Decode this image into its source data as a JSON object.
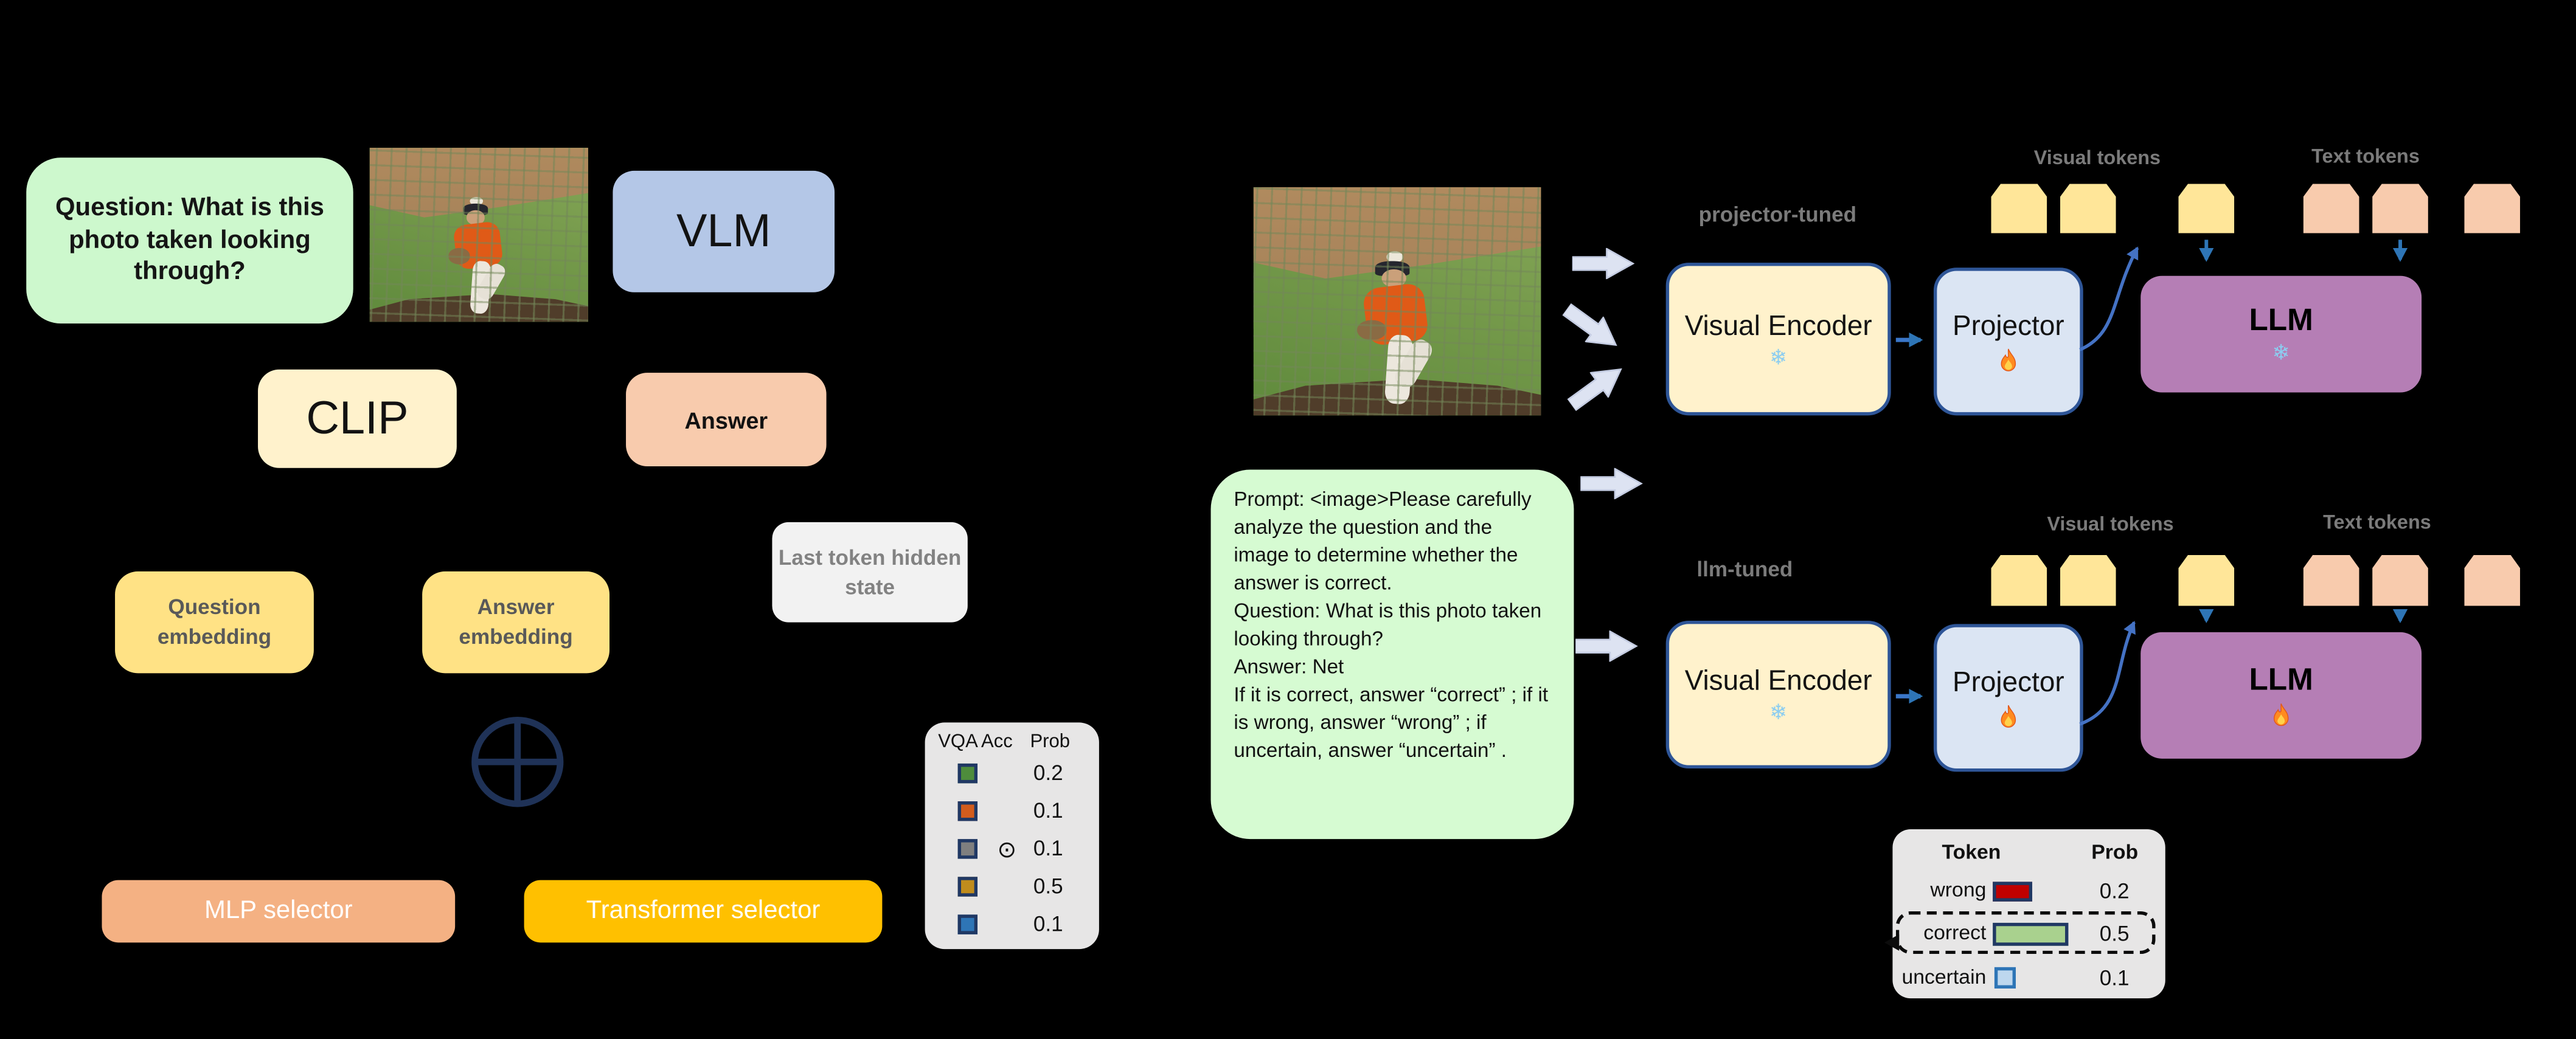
{
  "left": {
    "question": "Question: What is this photo taken looking through?",
    "vlm": "VLM",
    "clip": "CLIP",
    "answer": "Answer",
    "question_embedding": "Question embedding",
    "answer_embedding": "Answer embedding",
    "last_token_hidden": "Last token hidden state",
    "mlp_selector": "MLP selector",
    "transformer_selector": "Transformer selector",
    "legend": {
      "col_acc": "VQA Acc",
      "col_prob": "Prob",
      "rows": [
        {
          "acc_color": "#4e8c3c",
          "prob": "0.2"
        },
        {
          "acc_color": "#d25c1d",
          "prob": "0.1"
        },
        {
          "acc_color": "#7f7f7f",
          "odot": "⊙",
          "prob": "0.1"
        },
        {
          "acc_color": "#c08c1d",
          "prob": "0.5"
        },
        {
          "acc_color": "#2e75b6",
          "prob": "0.1"
        }
      ]
    }
  },
  "right": {
    "prompt": [
      "Prompt: <image>Please carefully analyze the question and the image to determine whether the answer is correct.",
      "Question: What is this photo taken looking through?",
      "Answer:  Net",
      "If it is correct, answer “correct” ; if it is wrong, answer “wrong” ; if uncertain, answer “uncertain” ."
    ],
    "labels": {
      "visual_tokens": "Visual tokens",
      "text_tokens": "Text tokens"
    },
    "pipelines": [
      {
        "label": "projector-tuned",
        "visual_encoder": "Visual Encoder",
        "projector": "Projector",
        "llm": "LLM",
        "visual_encoder_state": "frozen",
        "projector_state": "tuned",
        "llm_state": "frozen"
      },
      {
        "label": "llm-tuned",
        "visual_encoder": "Visual Encoder",
        "projector": "Projector",
        "llm": "LLM",
        "visual_encoder_state": "frozen",
        "projector_state": "tuned",
        "llm_state": "tuned"
      }
    ],
    "table": {
      "header_token": "Token",
      "header_prob": "Prob",
      "rows": [
        {
          "label": "wrong",
          "bar_color": "#c00000",
          "prob": "0.2"
        },
        {
          "label": "correct",
          "bar_color": "#a9d18e",
          "prob": "0.5",
          "highlighted": true
        },
        {
          "label": "uncertain",
          "bar_color": "#bdd7ee",
          "prob": "0.1"
        }
      ]
    }
  },
  "icons": {
    "snowflake": "❄",
    "fire": "fire-icon",
    "oplus": "concatenation",
    "odot": "⊙"
  },
  "colors": {
    "background": "#000000",
    "question_box_bg": "#cdf8cd",
    "prompt_box_bg": "#d6fbd2",
    "vlm_bg": "#b4c7e7",
    "clip_bg": "#fff2cc",
    "answer_bg": "#f8cbad",
    "embedding_bg": "#ffe285",
    "hidden_state_bg": "#f2f2f2",
    "mlp_bg": "#f4b183",
    "transformer_bg": "#ffc000",
    "legend_bg": "#e7e6e6",
    "visual_encoder_bg": "#fff2cc",
    "projector_bg": "#dbe5f3",
    "llm_bg": "#b57eb5",
    "pipeline_border": "#2e5597",
    "visual_token": "#ffe699",
    "text_token": "#f8cbad",
    "arrow_blue": "#2e75b6",
    "curve_blue": "#4472c4",
    "block_arrow": "#dde3f2",
    "oplus": "#1f3257"
  }
}
